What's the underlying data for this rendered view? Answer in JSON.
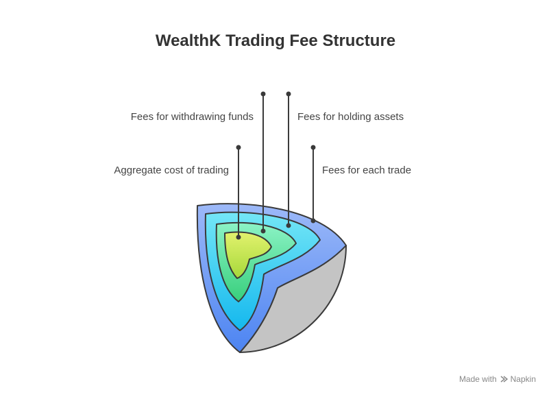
{
  "title": "WealthK Trading Fee Structure",
  "layers": [
    {
      "label": "Fees for each trade",
      "color": "#6B9CF5"
    },
    {
      "label": "Fees for holding assets",
      "color": "#27C6F0"
    },
    {
      "label": "Fees for withdrawing funds",
      "color": "#4DD98C"
    },
    {
      "label": "Aggregate cost of trading",
      "color": "#C8E64A"
    }
  ],
  "watermark": {
    "prefix": "Made with",
    "brand": "Napkin"
  }
}
